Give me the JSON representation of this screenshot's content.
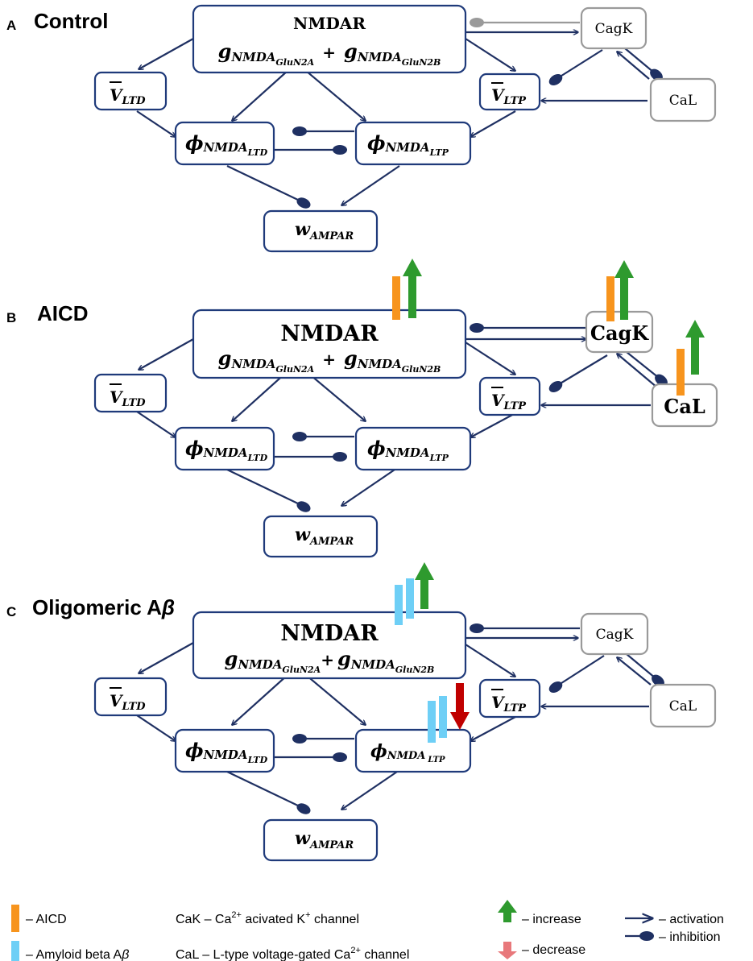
{
  "colors": {
    "node_border": "#1f3a7a",
    "arrow": "#1f3062",
    "gray": "#9a9a9a",
    "orange": "#f7941d",
    "green": "#2e9a2e",
    "blue": "#6ecff6",
    "red": "#c00000",
    "pink": "#e8787b"
  },
  "panels": [
    {
      "letter": "A",
      "title": "Control",
      "title_beta": "",
      "nodes": {
        "nmdar": {
          "title": "NMDAR",
          "g": "g",
          "sub": "NMDA",
          "subsub_a": "GluN2A",
          "plus": "+",
          "subsub_b": "GluN2B"
        },
        "cagk": "CagK",
        "cal": "CaL",
        "vltd": {
          "main": "V",
          "sub": "LTD"
        },
        "vltp": {
          "main": "V",
          "sub": "LTP"
        },
        "phi_ltd": {
          "main": "ϕ",
          "sub": "NMDA",
          "subsub": "LTD"
        },
        "phi_ltp": {
          "main": "ϕ",
          "sub": "NMDA",
          "subsub": "LTP"
        },
        "w": {
          "main": "w",
          "sub": "AMPAR"
        }
      }
    },
    {
      "letter": "B",
      "title": "AICD",
      "title_beta": "",
      "nodes": {
        "nmdar": {
          "title": "NMDAR",
          "g": "g",
          "sub": "NMDA",
          "subsub_a": "GluN2A",
          "plus": "+",
          "subsub_b": "GluN2B"
        },
        "cagk": "CagK",
        "cal": "CaL",
        "vltd": {
          "main": "V",
          "sub": "LTD"
        },
        "vltp": {
          "main": "V",
          "sub": "LTP"
        },
        "phi_ltd": {
          "main": "ϕ",
          "sub": "NMDA",
          "subsub": "LTD"
        },
        "phi_ltp": {
          "main": "ϕ",
          "sub": "NMDA",
          "subsub": "LTP"
        },
        "w": {
          "main": "w",
          "sub": "AMPAR"
        }
      }
    },
    {
      "letter": "C",
      "title": "Oligomeric A",
      "title_beta": "β",
      "nodes": {
        "nmdar": {
          "title": "NMDAR",
          "g": "g",
          "sub": "NMDA",
          "subsub_a": "GluN2A",
          "plus": "+",
          "subsub_b": "GluN2B"
        },
        "cagk": "CagK",
        "cal": "CaL",
        "vltd": {
          "main": "V",
          "sub": "LTD"
        },
        "vltp": {
          "main": "V",
          "sub": "LTP"
        },
        "phi_ltd": {
          "main": "ϕ",
          "sub": "NMDA",
          "subsub": "LTD"
        },
        "phi_ltp": {
          "main": "ϕ",
          "sub": "NMDA",
          "subsub": "LTP"
        },
        "w": {
          "main": "w",
          "sub": "AMPAR"
        }
      }
    }
  ],
  "legend": {
    "aicd": "– AICD",
    "amyloid": "– Amyloid beta A",
    "amyloid_beta": "β",
    "cak_name": "CaK",
    "cak_desc_1": " – Ca",
    "cak_sup_1": "2+",
    "cak_desc_2": " acivated K",
    "cak_sup_2": "+",
    "cak_desc_3": " channel",
    "cal_name": "CaL",
    "cal_desc_1": " – L-type voltage-gated Ca",
    "cal_sup": "2+",
    "cal_desc_2": " channel",
    "increase": "– increase",
    "decrease": "– decrease",
    "activation": "– activation",
    "inhibition": "– inhibition"
  }
}
